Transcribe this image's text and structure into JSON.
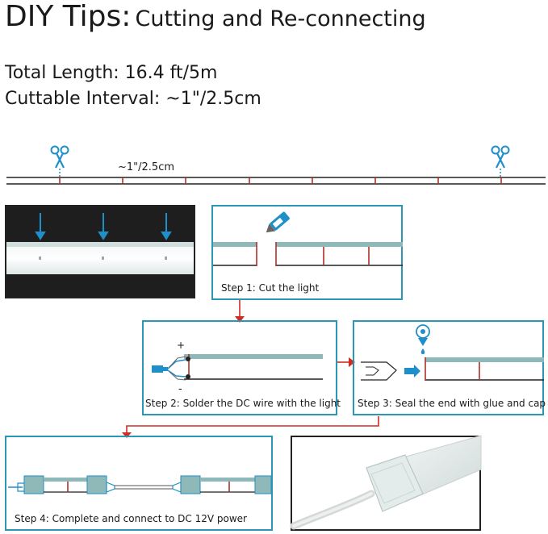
{
  "title": {
    "main": "DIY Tips:",
    "sub": "Cutting and Re-connecting"
  },
  "specs": {
    "total_length": "Total Length: 16.4 ft/5m",
    "cuttable_interval": "Cuttable Interval: ~1\"/2.5cm"
  },
  "ruler": {
    "interval_label": "~1\"/2.5cm"
  },
  "steps": {
    "step1": "Step 1: Cut the light",
    "step2": "Step 2: Solder the DC wire with the light",
    "step3": "Step 3: Seal the end with glue and cap",
    "step4": "Step 4: Complete and connect to DC 12V power"
  },
  "polarity": {
    "plus": "+",
    "minus": "-"
  },
  "colors": {
    "teal": "#2b97b5",
    "cut_line": "#b0302a",
    "arrow_red": "#d12b23",
    "strip": "#8fb9b9",
    "accent_blue": "#1e8fc9"
  },
  "icons": [
    "scissors-icon",
    "utility-knife-icon",
    "glue-bottle-icon",
    "dc-plug-icon",
    "end-cap-icon"
  ]
}
